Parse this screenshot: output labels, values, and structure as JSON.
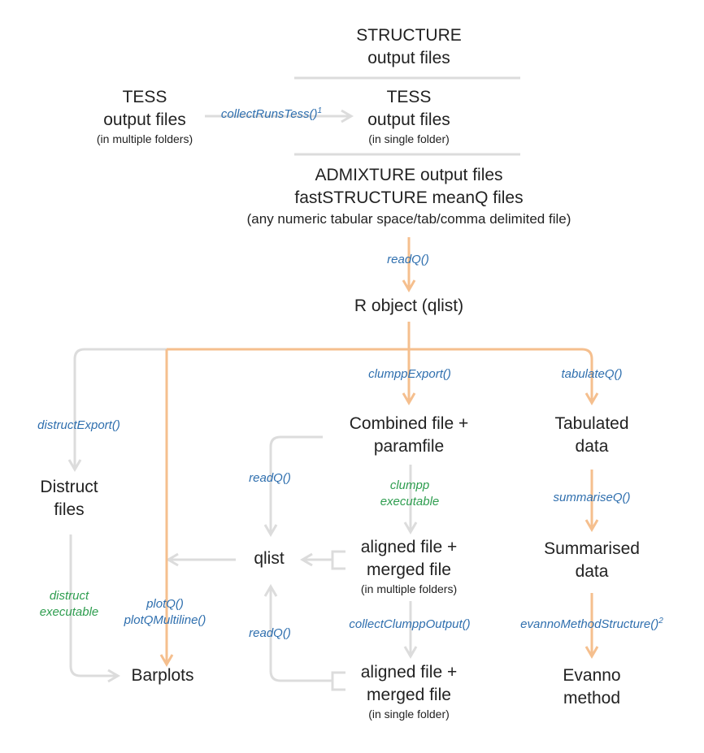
{
  "colors": {
    "grey": "#dcdcdc",
    "orange": "#f5bf8e",
    "blue": "#2f6fae",
    "green": "#2e9d4f",
    "text": "#222222"
  },
  "nodes": {
    "structure": {
      "line1": "STRUCTURE",
      "line2": "output files"
    },
    "tess_multi": {
      "line1": "TESS",
      "line2": "output files",
      "note": "(in multiple folders)"
    },
    "tess_single": {
      "line1": "TESS",
      "line2": "output files",
      "note": "(in single folder)"
    },
    "admixture": {
      "line1": "ADMIXTURE output files",
      "line2": "fastSTRUCTURE meanQ files",
      "note": "(any numeric tabular space/tab/comma delimited file)"
    },
    "robject": {
      "label": "R object (qlist)"
    },
    "combined": {
      "line1": "Combined file +",
      "line2": "paramfile"
    },
    "tabulated": {
      "line1": "Tabulated",
      "line2": "data"
    },
    "distruct_files": {
      "line1": "Distruct",
      "line2": "files"
    },
    "qlist": {
      "label": "qlist"
    },
    "aligned_multi": {
      "line1": "aligned file +",
      "line2": "merged file",
      "note": "(in multiple folders)"
    },
    "summarised": {
      "line1": "Summarised",
      "line2": "data"
    },
    "barplots": {
      "label": "Barplots"
    },
    "aligned_single": {
      "line1": "aligned file +",
      "line2": "merged file",
      "note": "(in single folder)"
    },
    "evanno": {
      "line1": "Evanno",
      "line2": "method"
    }
  },
  "functions": {
    "collect_runs_tess": "collectRunsTess()",
    "collect_runs_tess_sup": "1",
    "read_q_main": "readQ()",
    "distruct_export": "distructExport()",
    "clumpp_export": "clumppExport()",
    "tabulate_q": "tabulateQ()",
    "read_q_upper": "readQ()",
    "clumpp_exe_1": "clumpp",
    "clumpp_exe_2": "executable",
    "summarise_q": "summariseQ()",
    "distruct_exe_1": "distruct",
    "distruct_exe_2": "executable",
    "plot_q": "plotQ()",
    "plot_q_multiline": "plotQMultiline()",
    "read_q_lower": "readQ()",
    "collect_clumpp_output": "collectClumppOutput()",
    "evanno_method": "evannoMethodStructure()",
    "evanno_method_sup": "2"
  }
}
